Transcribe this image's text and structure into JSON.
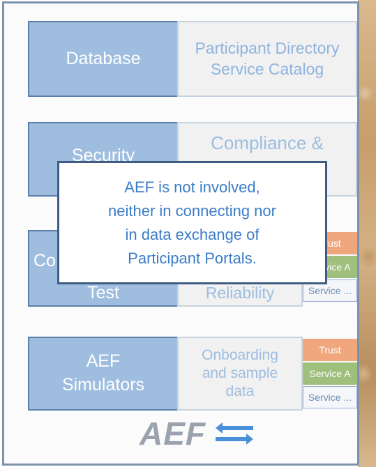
{
  "blocks": {
    "database": {
      "left": "Database",
      "right_line1": "Participant Directory",
      "right_line2": "Service Catalog"
    },
    "security": {
      "left": "Security",
      "right": "Compliance &"
    },
    "conformity": {
      "left_partial": "Co",
      "left_bottom": "Test",
      "right_bottom": "Reliability",
      "tags": {
        "trust": "Trust",
        "service_a": "Service A",
        "service": "Service ..."
      }
    },
    "simulators": {
      "left_line1": "AEF",
      "left_line2": "Simulators",
      "right_line1": "Onboarding",
      "right_line2": "and sample",
      "right_line3": "data",
      "tags": {
        "trust": "Trust",
        "service_a": "Service A",
        "service": "Service ..."
      }
    }
  },
  "callout": {
    "line1": "AEF is not involved,",
    "line2": "neither in connecting nor",
    "line3": "in data exchange of",
    "line4": "Participant Portals."
  },
  "logo": {
    "text": "AEF",
    "icon": "swap-arrows-icon"
  }
}
